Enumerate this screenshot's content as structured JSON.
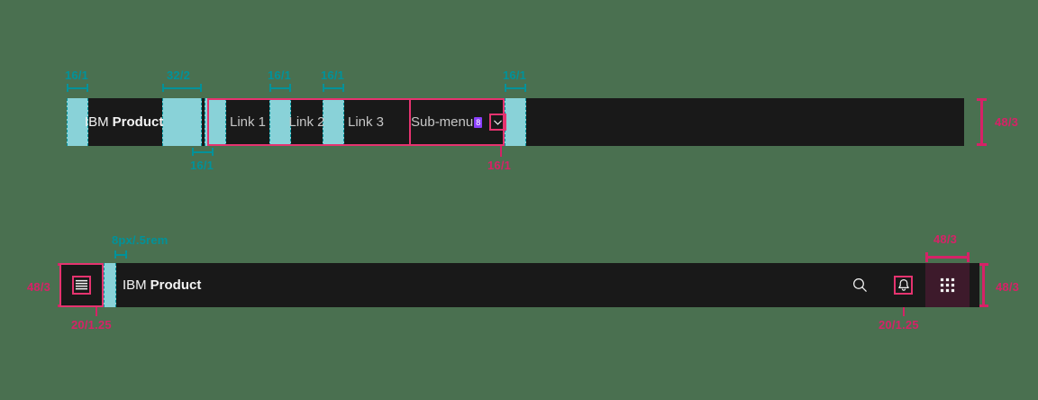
{
  "page": {
    "background_color": "#4a7050",
    "annotation_teal": "#00929a",
    "annotation_pink": "#d62267",
    "nav_background": "#191919"
  },
  "top_nav": {
    "brand": {
      "prefix": "IBM",
      "name": "Product"
    },
    "links": [
      {
        "label": "Link 1"
      },
      {
        "label": "Link 2"
      },
      {
        "label": "Link 3"
      }
    ],
    "submenu": {
      "label": "Sub-menu",
      "badge": "8",
      "chevron_icon": "chevron-down-icon"
    },
    "annotations": {
      "left_pad": "16/1",
      "brand_gap": "32/2",
      "link_gap_1": "16/1",
      "link_gap_2": "16/1",
      "submenu_gap": "16/1",
      "divider": "16/1",
      "chevron_size": "16/1",
      "height": "48/3"
    }
  },
  "bottom_nav": {
    "menu_icon": "hamburger-menu-icon",
    "brand": {
      "prefix": "IBM",
      "name": "Product"
    },
    "actions": [
      {
        "icon": "search-icon",
        "name": "search"
      },
      {
        "icon": "bell-icon",
        "name": "notifications"
      },
      {
        "icon": "app-grid-icon",
        "name": "app-switcher"
      }
    ],
    "annotations": {
      "gutter": "8px/.5rem",
      "bar_height_left": "48/3",
      "menu_icon_size": "20/1.25",
      "bell_icon_size": "20/1.25",
      "switcher_width": "48/3",
      "switcher_height": "48/3"
    }
  }
}
